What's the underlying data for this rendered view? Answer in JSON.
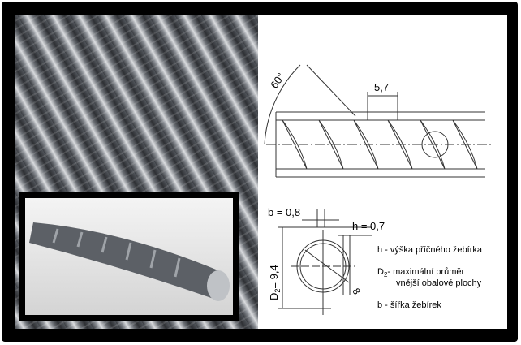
{
  "diagram": {
    "angle_label": "60°",
    "pitch_label": "5,7",
    "b_label": "b = 0,8",
    "h_label": "h = 0,7",
    "d2_label": "D",
    "d2_sub": "2",
    "d2_value": "= 9,4",
    "d_label": "8",
    "legend": {
      "h": "h - výška příčného žebírka",
      "d2_a": "D",
      "d2_sub": "2",
      "d2_b": "- maximální průměr",
      "d2_c": "vnější obalové plochy",
      "b": "b - šířka žebírek"
    }
  }
}
